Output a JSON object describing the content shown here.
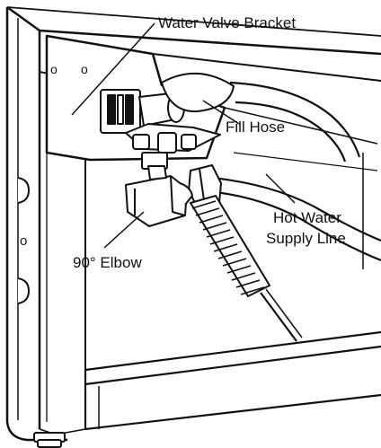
{
  "labels": {
    "water_valve_bracket": "Water Valve Bracket",
    "fill_hose": "Fill Hose",
    "hot_water_line_1": "Hot Water",
    "hot_water_line_2": "Supply Line",
    "elbow": "90° Elbow"
  },
  "marks": {
    "hole": "o"
  },
  "colors": {
    "ink": "#111111",
    "paper": "#ffffff",
    "shade": "#bdbdbd"
  }
}
